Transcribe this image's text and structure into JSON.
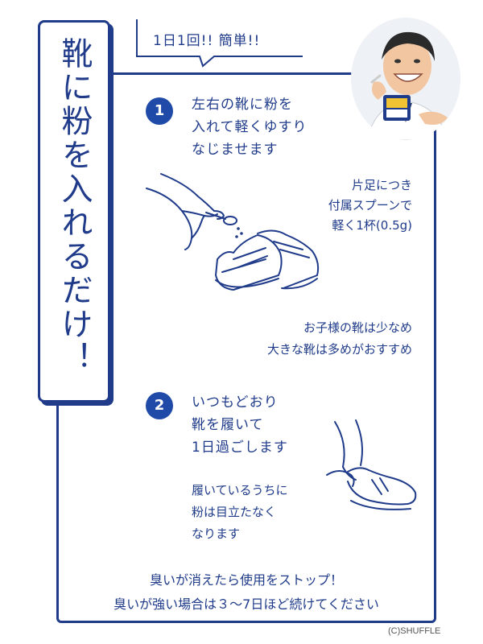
{
  "title": {
    "line": "靴に粉を入れるだけ！"
  },
  "bubble": {
    "text": "1日1回!!  簡単!!"
  },
  "steps": [
    {
      "number": "1",
      "lines": [
        "左右の靴に粉を",
        "入れて軽くゆすり",
        "なじませます"
      ],
      "note_lines": [
        "片足につき",
        "付属スプーンで",
        "軽く1杯(0.5g)"
      ],
      "extra_lines": [
        "お子様の靴は少なめ",
        "大きな靴は多めがおすすめ"
      ]
    },
    {
      "number": "2",
      "lines": [
        "いつもどおり",
        "靴を履いて",
        "1日過ごします"
      ],
      "note_lines": [
        "履いているうちに",
        "粉は目立たなく",
        "なります"
      ]
    }
  ],
  "bottom": {
    "lines": [
      "臭いが消えたら使用をストップ！",
      "臭いが強い場合は３～7日ほど続けてください"
    ]
  },
  "copyright": "(C)SHUFFLE",
  "colors": {
    "primary": "#1f3b8a",
    "badge": "#1f4aa8"
  }
}
